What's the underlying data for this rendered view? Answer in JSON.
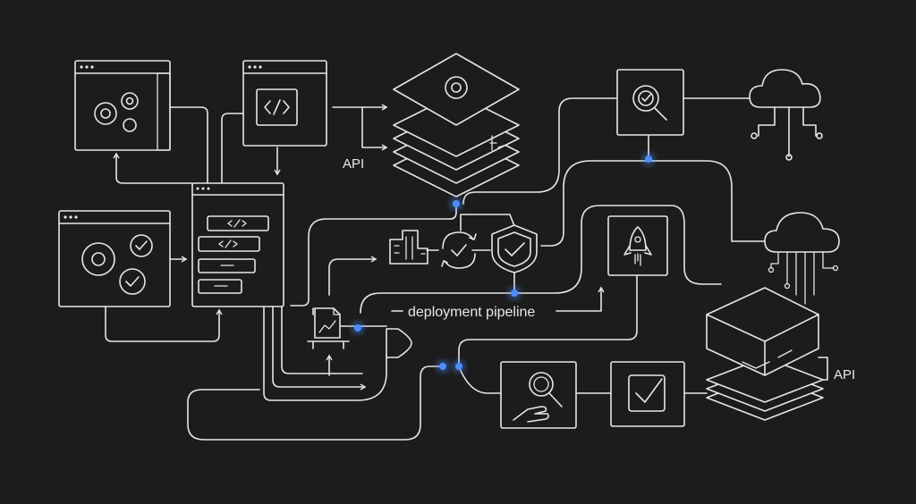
{
  "labels": {
    "api_top": "API",
    "api_right": "API",
    "pipeline": "deployment pipeline"
  },
  "colors": {
    "background": "#1c1c1c",
    "line": "#e6e6e6",
    "accent_node": "#4c8dff"
  },
  "icons": [
    "settings-window-icon",
    "code-window-icon",
    "layer-stack-icon",
    "search-settings-icon",
    "cloud-network-icon",
    "gears-check-window-icon",
    "code-list-window-icon",
    "building-icon",
    "sync-check-icon",
    "shield-check-icon",
    "rocket-icon",
    "cloud-connector-icon",
    "server-stack-icon",
    "document-chart-icon",
    "search-hand-icon",
    "checkbox-icon"
  ]
}
